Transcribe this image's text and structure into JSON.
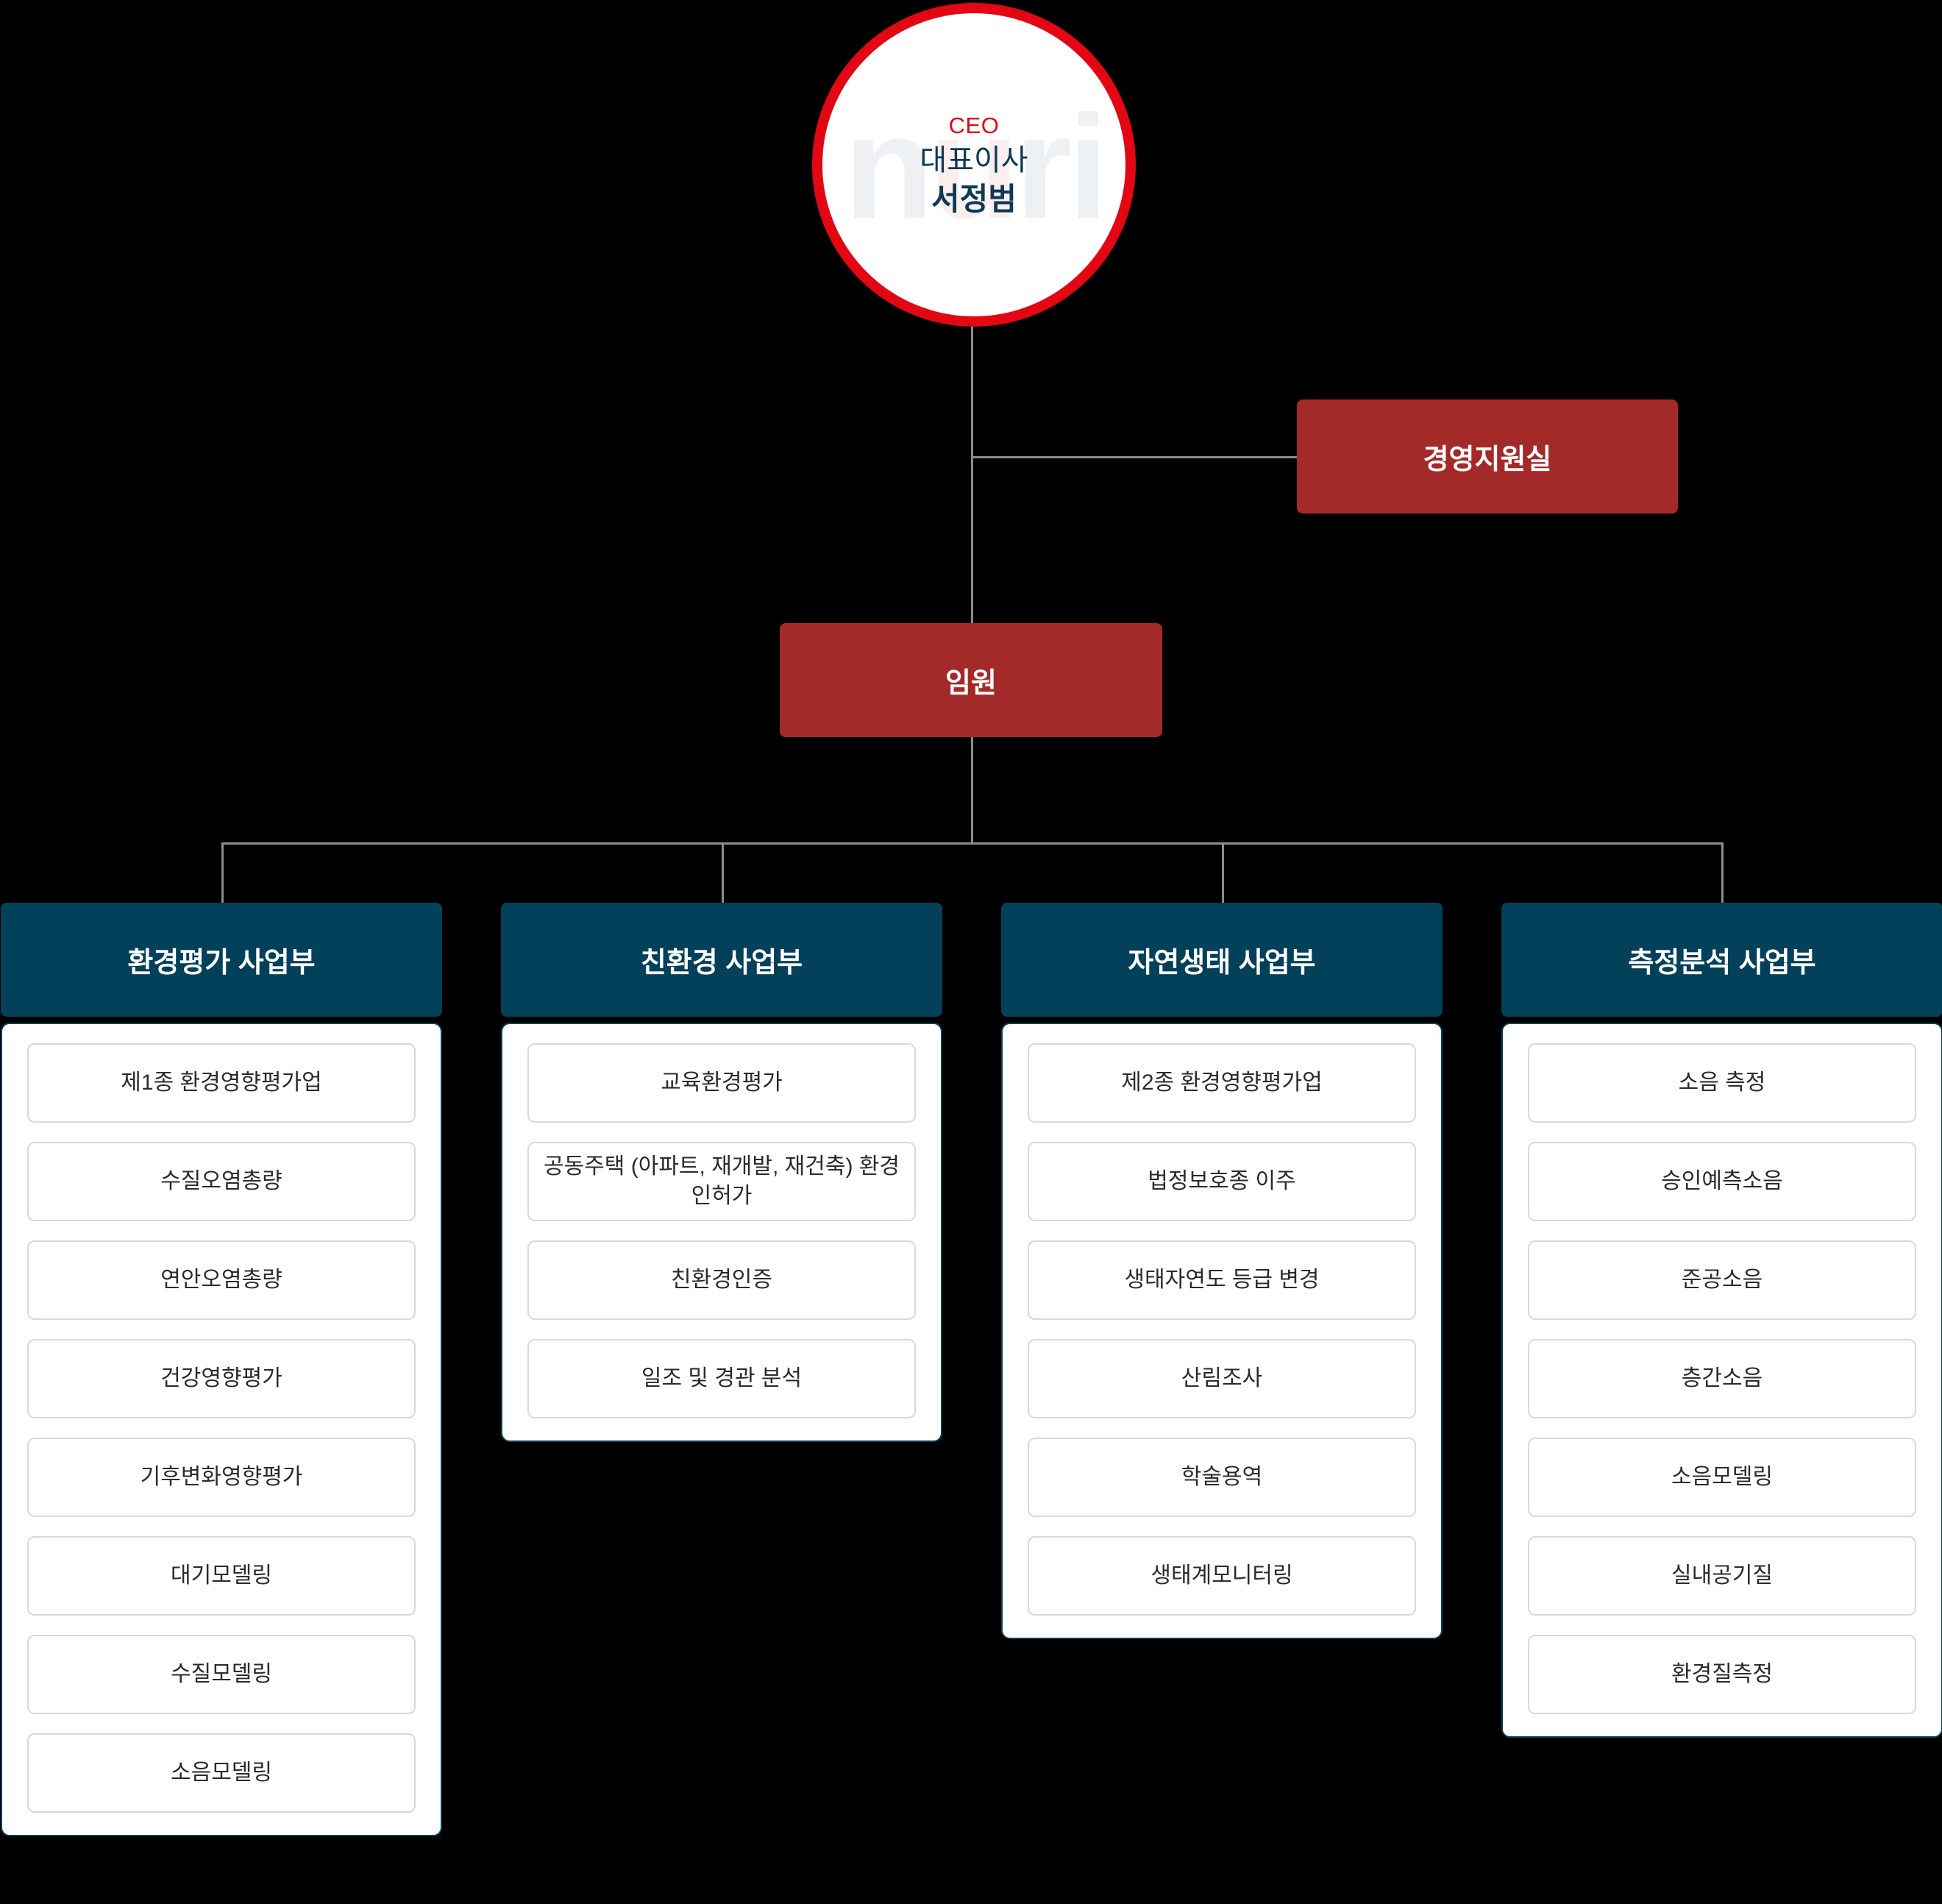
{
  "ceo": {
    "role_label": "CEO",
    "title": "대표이사",
    "name": "서정범",
    "watermark": "nuri",
    "border_color": "#e30613",
    "role_color": "#e30613",
    "text_color": "#0d3a54"
  },
  "nodes": {
    "support_office": "경영지원실",
    "executive": "임원",
    "red_color": "#a42a2a",
    "dept_color": "#034059"
  },
  "departments": [
    {
      "name": "환경평가 사업부",
      "items": [
        "제1종 환경영향평가업",
        "수질오염총량",
        "연안오염총량",
        "건강영향평가",
        "기후변화영향평가",
        "대기모델링",
        "수질모델링",
        "소음모델링"
      ]
    },
    {
      "name": "친환경 사업부",
      "items": [
        "교육환경평가",
        "공동주택 (아파트, 재개발, 재건축) 환경인허가",
        "친환경인증",
        "일조 및 경관 분석"
      ]
    },
    {
      "name": "자연생태 사업부",
      "items": [
        "제2종 환경영향평가업",
        "법정보호종 이주",
        "생태자연도 등급 변경",
        "산림조사",
        "학술용역",
        "생태계모니터링"
      ]
    },
    {
      "name": "측정분석 사업부",
      "items": [
        "소음 측정",
        "승인예측소음",
        "준공소음",
        "층간소음",
        "소음모델링",
        "실내공기질",
        "환경질측정"
      ]
    }
  ]
}
